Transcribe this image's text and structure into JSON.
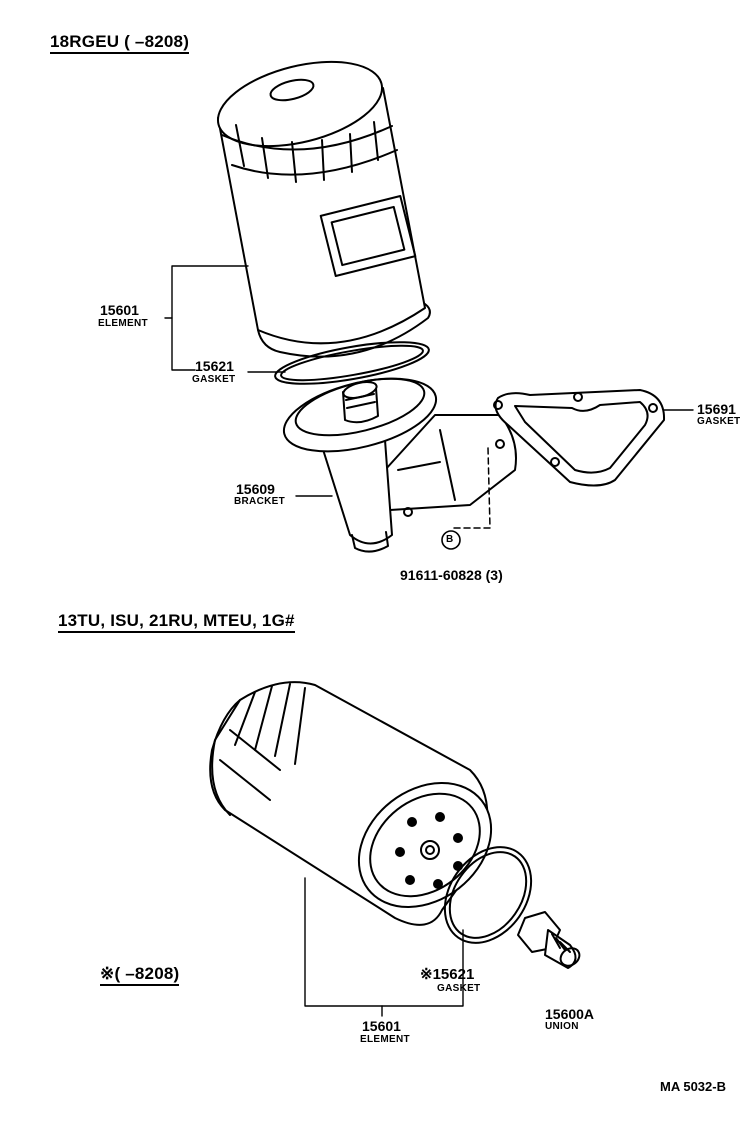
{
  "sections": {
    "top_header": "18RGEU (        –8208)",
    "bottom_header": "13TU, ISU, 21RU, MTEU, 1G#",
    "note_header": "※(        –8208)"
  },
  "parts": {
    "element_top": {
      "number": "15601",
      "name": "ELEMENT"
    },
    "gasket_top": {
      "number": "15621",
      "name": "GASKET"
    },
    "bracket": {
      "number": "15609",
      "name": "BRACKET"
    },
    "gasket_bracket": {
      "number": "15691",
      "name": "GASKET"
    },
    "bolt": {
      "number": "91611-60828 (3)",
      "marker": "B"
    },
    "gasket_bottom": {
      "number": "※15621",
      "name": "GASKET"
    },
    "element_bottom": {
      "number": "15601",
      "name": "ELEMENT"
    },
    "union": {
      "number": "15600A",
      "name": "UNION"
    }
  },
  "footer": {
    "code": "MA  5032-B"
  }
}
